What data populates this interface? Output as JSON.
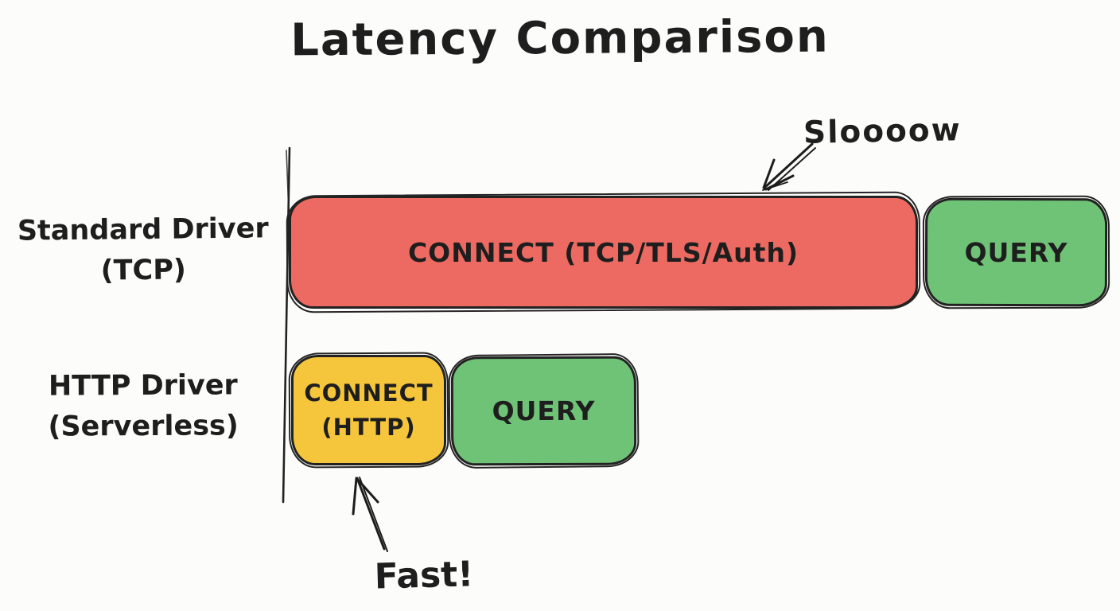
{
  "title": "Latency Comparison",
  "colors": {
    "bar_red": "#ed6a62",
    "bar_green": "#6fc377",
    "bar_yellow": "#f5c63c",
    "ink": "#222222",
    "background": "#fcfcfa"
  },
  "rows": [
    {
      "label_lines": [
        "Standard Driver",
        "(TCP)"
      ],
      "segments": [
        {
          "text": "CONNECT (TCP/TLS/Auth)",
          "color": "#ed6a62",
          "relative_length": "long"
        },
        {
          "text": "QUERY",
          "color": "#6fc377",
          "relative_length": "short"
        }
      ]
    },
    {
      "label_lines": [
        "HTTP Driver",
        "(Serverless)"
      ],
      "segments": [
        {
          "text_lines": [
            "CONNECT",
            "(HTTP)"
          ],
          "color": "#f5c63c",
          "relative_length": "short"
        },
        {
          "text": "QUERY",
          "color": "#6fc377",
          "relative_length": "short"
        }
      ]
    }
  ],
  "annotations": [
    {
      "text": "Sloooow"
    },
    {
      "text": "Fast!"
    }
  ]
}
